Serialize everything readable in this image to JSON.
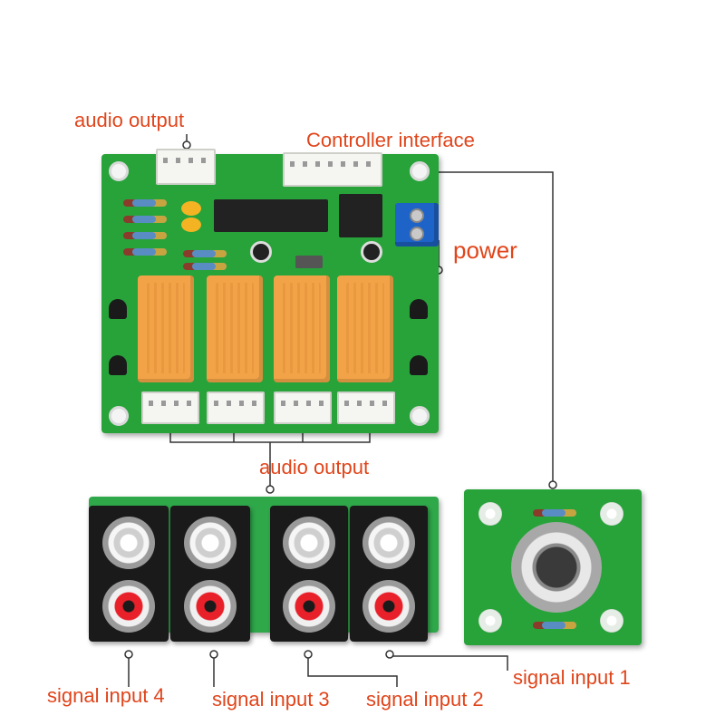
{
  "labels": {
    "audio_output_top": "audio output",
    "controller_interface": "Controller interface",
    "power": "power",
    "audio_output_middle": "audio output",
    "signal_input_1": "signal input 1",
    "signal_input_2": "signal input 2",
    "signal_input_3": "signal input 3",
    "signal_input_4": "signal input 4"
  },
  "colors": {
    "label": "#e0451b",
    "pcb": "#27a33a",
    "relay": "#f2a347",
    "terminal": "#1e64c8",
    "rca_red": "#e8202a"
  }
}
